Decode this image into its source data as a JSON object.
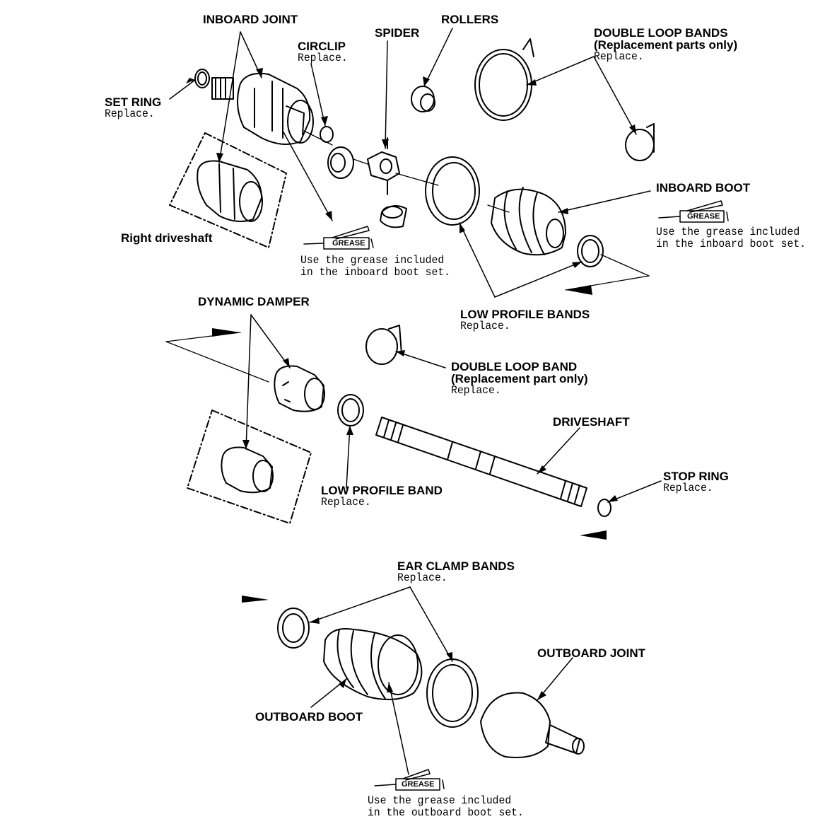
{
  "labels": {
    "inboard_joint": "INBOARD JOINT",
    "rollers": "ROLLERS",
    "spider": "SPIDER",
    "circlip": "CIRCLIP",
    "circlip_note": "Replace.",
    "set_ring": "SET RING",
    "set_ring_note": "Replace.",
    "double_loop_bands": "DOUBLE LOOP BANDS",
    "double_loop_bands_sub": "(Replacement parts only)",
    "double_loop_bands_note": "Replace.",
    "inboard_boot": "INBOARD BOOT",
    "right_driveshaft": "Right driveshaft",
    "low_profile_bands": "LOW PROFILE BANDS",
    "low_profile_bands_note": "Replace.",
    "dynamic_damper": "DYNAMIC DAMPER",
    "double_loop_band": "DOUBLE LOOP BAND",
    "double_loop_band_sub": "(Replacement part only)",
    "double_loop_band_note": "Replace.",
    "driveshaft": "DRIVESHAFT",
    "stop_ring": "STOP RING",
    "stop_ring_note": "Replace.",
    "low_profile_band": "LOW PROFILE BAND",
    "low_profile_band_note": "Replace.",
    "ear_clamp_bands": "EAR CLAMP BANDS",
    "ear_clamp_bands_note": "Replace.",
    "outboard_joint": "OUTBOARD JOINT",
    "outboard_boot": "OUTBOARD BOOT"
  },
  "grease": {
    "badge": "GREASE",
    "inboard_line1": "Use the grease included",
    "inboard_line2": "in the inboard boot set.",
    "outboard_line1": "Use the grease included",
    "outboard_line2": "in the outboard boot set."
  }
}
